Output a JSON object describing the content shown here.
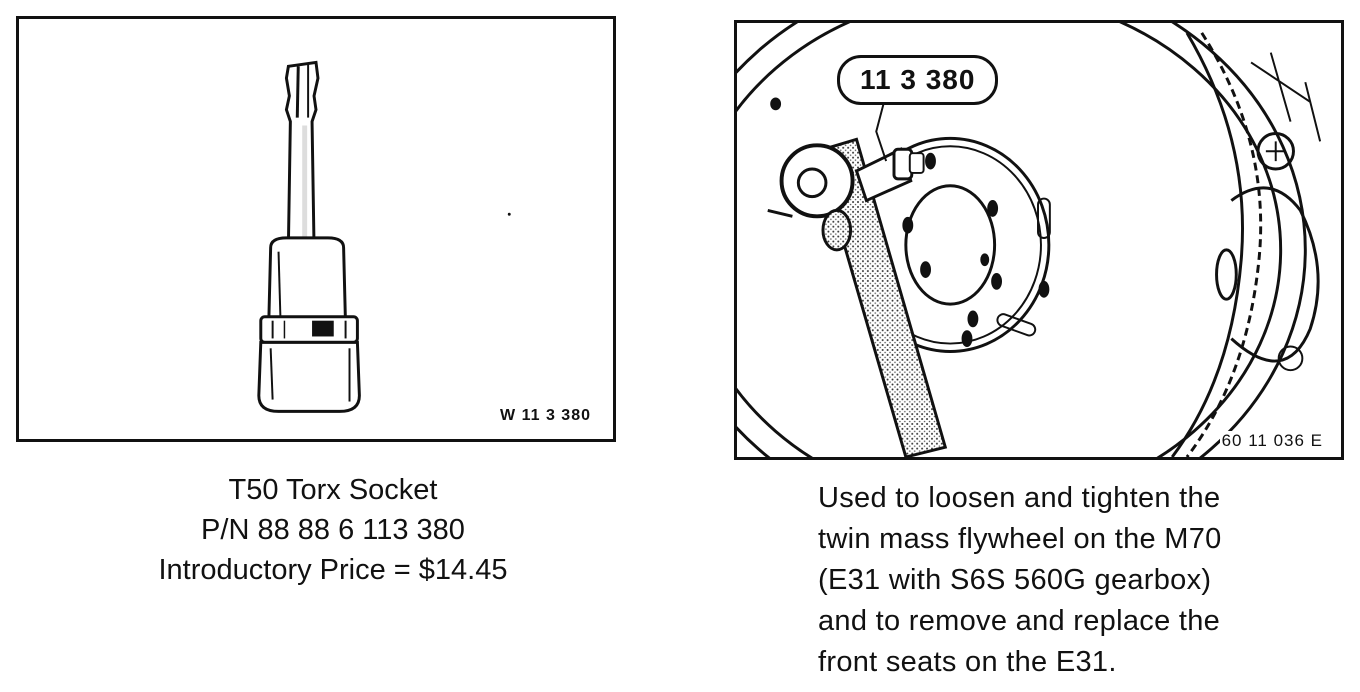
{
  "left_figure": {
    "code": "W 11 3 380",
    "caption": {
      "line1": "T50 Torx Socket",
      "line2": "P/N 88 88 6 113 380",
      "line3": "Introductory Price = $14.45"
    }
  },
  "right_figure": {
    "callout": "11 3 380",
    "code": "60 11 036 E",
    "caption": {
      "line1": "Used to loosen and tighten the",
      "line2": "twin mass flywheel on the M70",
      "line3": "(E31 with S6S 560G gearbox)",
      "line4": "and to remove and replace the",
      "line5": "front seats on the E31."
    }
  }
}
